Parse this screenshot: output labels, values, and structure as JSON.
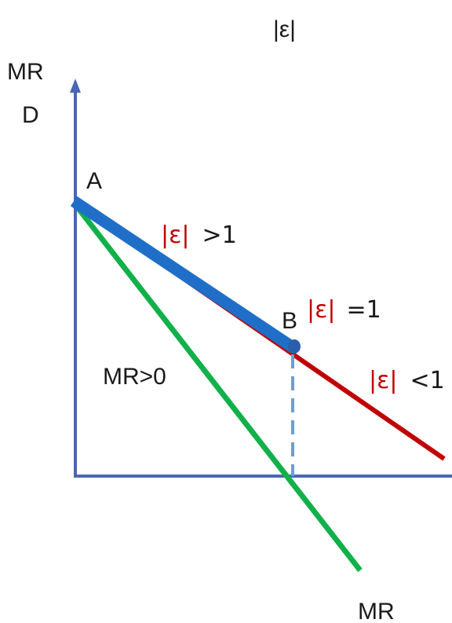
{
  "top_label": "|ε|",
  "y_axis": {
    "label_line1": "MR",
    "label_line2": "D"
  },
  "points": {
    "a": "A",
    "b": "B"
  },
  "curves": {
    "mr_label": "MR",
    "mr_positive": "MR>0"
  },
  "elasticity": {
    "symbol": "|ε|",
    "elastic_rel": ">1",
    "unit_rel": "=1",
    "inelastic_rel": "<1"
  },
  "colors": {
    "axis": "#4a67b3",
    "demand_red": "#c00000",
    "demand_blue": "#1f6fc8",
    "mr_green": "#12b04a",
    "dashed": "#6a9fd8"
  }
}
